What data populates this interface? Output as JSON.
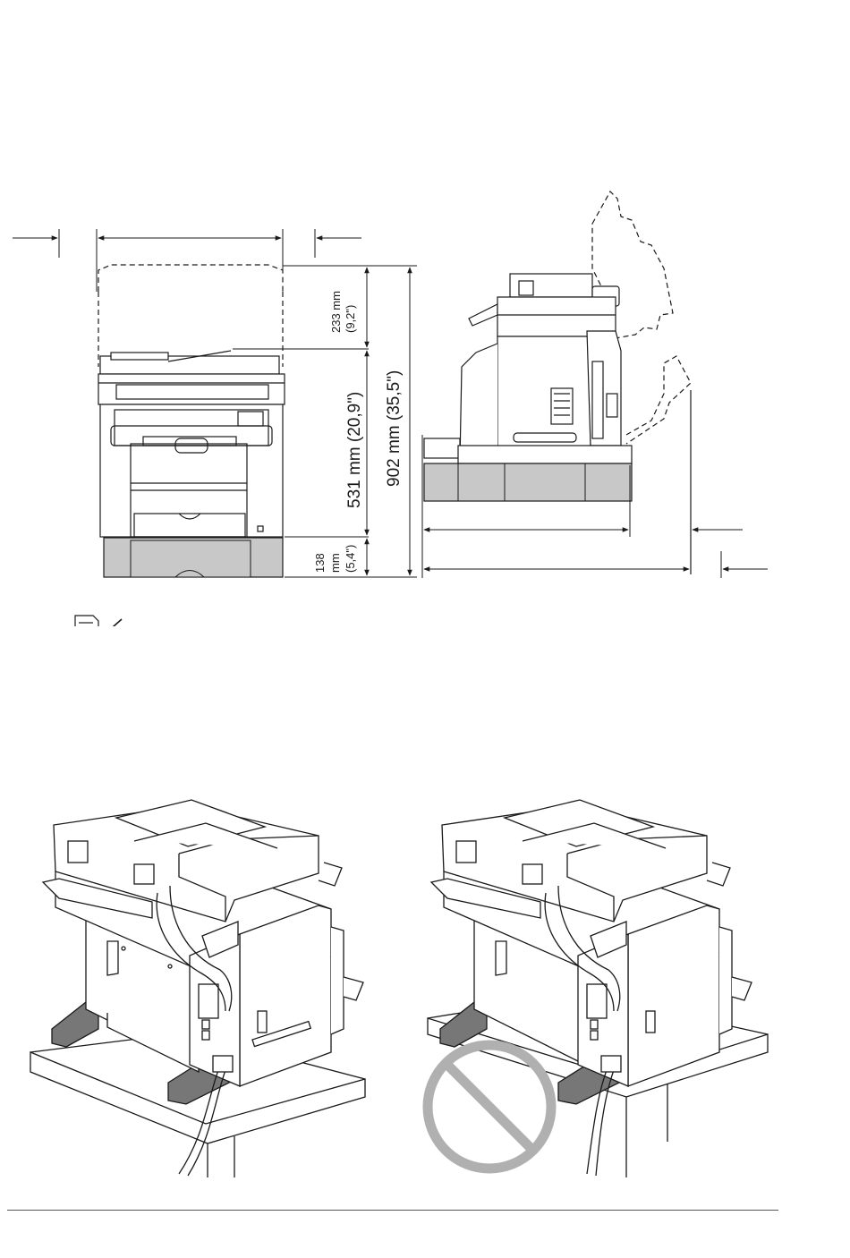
{
  "dimensions": {
    "upper_height_mm": "233 mm",
    "upper_height_in": "(9,2\")",
    "main_height": "531 mm (20,9\")",
    "total_height": "902 mm (35,5\")",
    "bottom_height_mm": "138",
    "bottom_height_unit": "mm",
    "bottom_height_in": "(5,4\")"
  },
  "icons": {
    "note": "note-icon",
    "prohibited": "prohibited-icon"
  },
  "colors": {
    "line": "#1a1a1a",
    "tray_fill": "#c8c8c8",
    "prohibited_symbol": "#b0b0b0"
  }
}
